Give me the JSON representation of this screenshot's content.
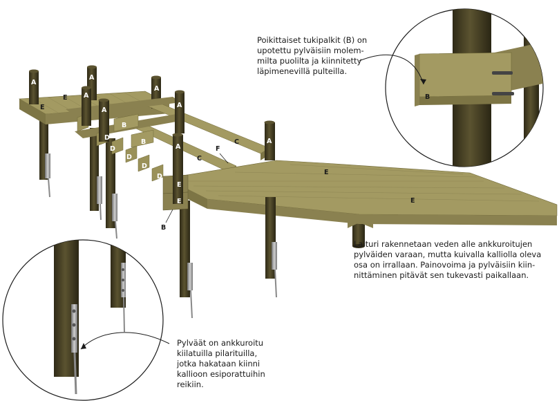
{
  "captions": {
    "beams": "Poikittaiset tukipalkit (B) on\nupotettu pylväisiin molem-\nmilta puolilta ja kiinnitetty\nläpimenevillä pulteilla.",
    "pier": "Laituri rakennetaan veden alle ankkuroitujen\npylväiden varaan, mutta kuivalla kalliolla oleva\nosa on irrallaan. Painovoima ja pylväisiin kiin-\nnittäminen pitävät sen tukevasti paikallaan.",
    "anchor": "Pylväät on ankkuroitu\nkiilatuilla pilarituilla,\njotka hakataan kiinni\nkallioon esiporattuihin\nreikiin."
  },
  "labels": {
    "post": "A",
    "beam": "B",
    "stringer": "C",
    "joist": "D",
    "deck": "E",
    "brace": "F"
  },
  "colors": {
    "deck": "#a39a62",
    "deck_dark": "#7d7545",
    "deck_side": "#8a8150",
    "post": "#4a4326",
    "post_dark": "#2f2a17",
    "metal": "#9a9a9a",
    "line": "#1a1a1a"
  }
}
